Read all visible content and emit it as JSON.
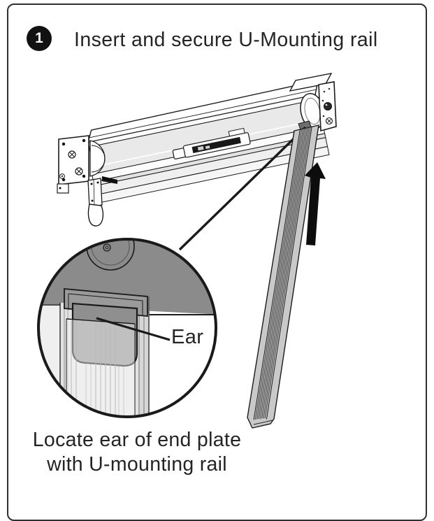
{
  "step": {
    "number": "1",
    "title": "Insert and secure U-Mounting rail"
  },
  "detail_view": {
    "label": "Ear"
  },
  "caption": {
    "line1": "Locate ear of end plate",
    "line2": "with U-mounting rail"
  },
  "colors": {
    "page-bg": "#ffffff",
    "border": "#2f2f2f",
    "badge-bg": "#111111",
    "badge-fg": "#ffffff",
    "text": "#242424",
    "outline": "#1a1a1a",
    "band-big": "#e9e9e9",
    "band-thin": "#e2e2e2",
    "band-mid": "#efefef",
    "band-low": "#f6f6f6",
    "band-lip": "#fbfbfb",
    "rail-gray": "#c9c9c9",
    "rail-rib": "#3f3f3f",
    "detail-dark": "#8b8b8b",
    "ear-gray": "#8f8f8f",
    "bar-gray": "#9a9a9a",
    "channel-light": "#e2e2e2",
    "channel-right": "#d7d7d7",
    "stripe": "#a5a5a5",
    "arrow-black": "#0d0d0d"
  }
}
